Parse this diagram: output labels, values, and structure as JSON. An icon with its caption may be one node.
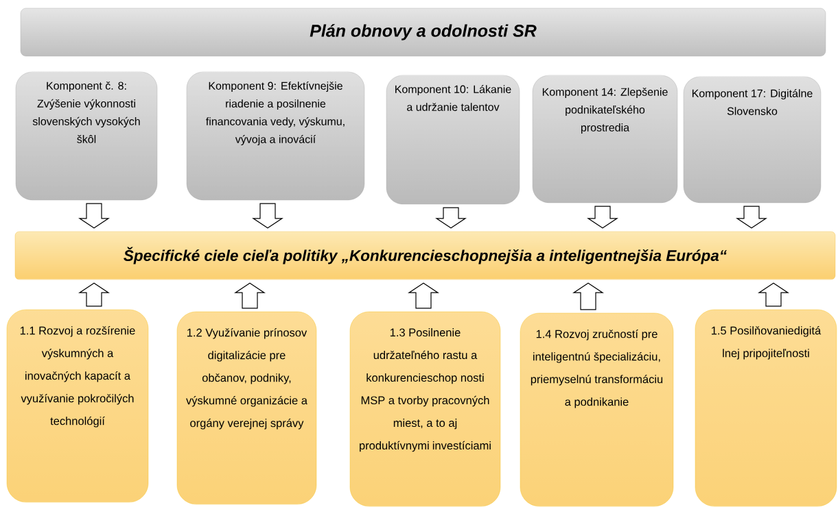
{
  "diagram": {
    "nodes": [
      {
        "text": [
          "Plán obnovy a odolnosti SR"
        ]
      },
      {
        "text": [
          "Komponent č. 8: Zvýšenie výkonnosti slovenských vysokých škôl"
        ]
      },
      {
        "text": [
          "Komponent 9: Efektívnejšie riadenie a posilnenie financovania vedy, výskumu, vývoja a inovácií"
        ]
      },
      {
        "text": [
          "Komponent 10: Lákanie a udržanie talentov"
        ]
      },
      {
        "text": [
          "Komponent 14: Zlepšenie podnikateľského prostredia"
        ]
      },
      {
        "text": [
          "Komponent 17: Digitálne Slovensko"
        ]
      },
      {
        "text": [
          "Špecifické ciele cieľa politiky  „Konkurencieschopnejšia a inteligentnejšia Európa“"
        ]
      },
      {
        "text": [
          "1.1 Rozvoj a rozšírenie výskumných a inovačných kapacít a využívanie pokročilých technológií"
        ]
      },
      {
        "text": [
          "1.2 Využívanie prínosov digitalizácie pre občanov, podniky, výskumné organizácie a orgány verejnej správy"
        ]
      },
      {
        "text": [
          "1.3 Posilnenie udržateľného rastu a konkurencieschop nosti MSP a tvorby pracovných miest, a to aj produktívnymi investíciami"
        ]
      },
      {
        "text": [
          "1.4 Rozvoj zručností pre inteligentnú špecializáciu, priemyselnú transformáciu a podnikanie"
        ]
      },
      {
        "text": [
          "1.5 Posilňovaniedigitá lnej pripojiteľnosti"
        ]
      }
    ],
    "edges": [
      {
        "from": 1,
        "to": 6,
        "arrow": "to"
      },
      {
        "from": 2,
        "to": 6,
        "arrow": "to"
      },
      {
        "from": 3,
        "to": 6,
        "arrow": "to"
      },
      {
        "from": 4,
        "to": 6,
        "arrow": "to"
      },
      {
        "from": 5,
        "to": 6,
        "arrow": "to"
      },
      {
        "from": 7,
        "to": 6,
        "arrow": "to"
      },
      {
        "from": 8,
        "to": 6,
        "arrow": "to"
      },
      {
        "from": 9,
        "to": 6,
        "arrow": "to"
      },
      {
        "from": 10,
        "to": 6,
        "arrow": "to"
      },
      {
        "from": 11,
        "to": 6,
        "arrow": "to"
      }
    ]
  }
}
